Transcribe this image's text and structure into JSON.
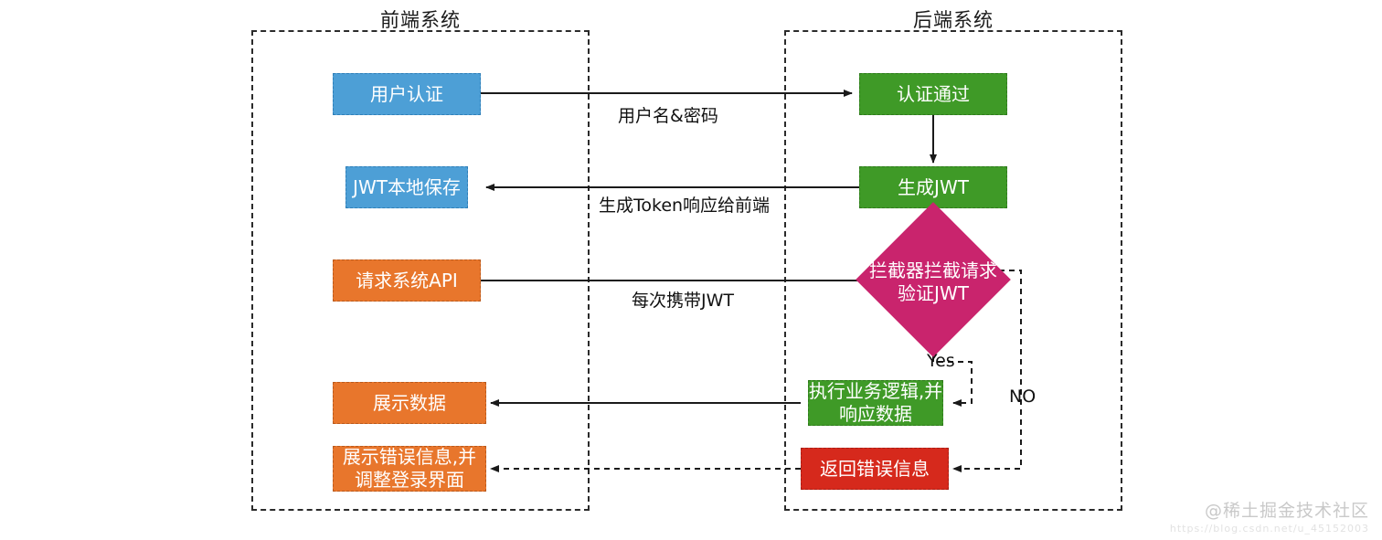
{
  "diagram": {
    "title_frontend": "前端系统",
    "title_backend": "后端系统",
    "type": "flowchart",
    "nodes": [
      {
        "id": "user-auth",
        "label": "用户认证",
        "color": "#4d9fd6",
        "shape": "rect",
        "zone": "frontend"
      },
      {
        "id": "jwt-local-store",
        "label": "JWT本地保存",
        "color": "#4d9fd6",
        "shape": "rect",
        "zone": "frontend"
      },
      {
        "id": "request-api",
        "label": "请求系统API",
        "color": "#e8762c",
        "shape": "rect",
        "zone": "frontend"
      },
      {
        "id": "show-data",
        "label": "展示数据",
        "color": "#e8762c",
        "shape": "rect",
        "zone": "frontend"
      },
      {
        "id": "show-error",
        "label": "展示错误信息,并\n调整登录界面",
        "color": "#e8762c",
        "shape": "rect",
        "zone": "frontend"
      },
      {
        "id": "auth-pass",
        "label": "认证通过",
        "color": "#3f9a27",
        "shape": "rect",
        "zone": "backend"
      },
      {
        "id": "generate-jwt",
        "label": "生成JWT",
        "color": "#3f9a27",
        "shape": "rect",
        "zone": "backend"
      },
      {
        "id": "interceptor",
        "label": "拦截器拦截请求\n验证JWT",
        "color": "#c9246d",
        "shape": "diamond",
        "zone": "backend"
      },
      {
        "id": "business-logic",
        "label": "执行业务逻辑,并\n响应数据",
        "color": "#3f9a27",
        "shape": "rect",
        "zone": "backend"
      },
      {
        "id": "return-error",
        "label": "返回错误信息",
        "color": "#d6291c",
        "shape": "rect",
        "zone": "backend"
      }
    ],
    "node_labels": {
      "user_auth": "用户认证",
      "jwt_local_store": "JWT本地保存",
      "request_api": "请求系统API",
      "show_data": "展示数据",
      "show_error_line1": "展示错误信息,并",
      "show_error_line2": "调整登录界面",
      "auth_pass": "认证通过",
      "generate_jwt": "生成JWT",
      "interceptor_line1": "拦截器拦截请求",
      "interceptor_line2": "验证JWT",
      "business_logic_line1": "执行业务逻辑,并",
      "business_logic_line2": "响应数据",
      "return_error": "返回错误信息"
    },
    "edges": [
      {
        "from": "user-auth",
        "to": "auth-pass",
        "label": "用户名&密码",
        "style": "solid"
      },
      {
        "from": "auth-pass",
        "to": "generate-jwt",
        "label": "",
        "style": "solid"
      },
      {
        "from": "generate-jwt",
        "to": "jwt-local-store",
        "label": "生成Token响应给前端",
        "style": "solid"
      },
      {
        "from": "request-api",
        "to": "interceptor",
        "label": "每次携带JWT",
        "style": "solid"
      },
      {
        "from": "interceptor",
        "to": "business-logic",
        "label": "Yes",
        "style": "dashed"
      },
      {
        "from": "interceptor",
        "to": "return-error",
        "label": "NO",
        "style": "dashed"
      },
      {
        "from": "business-logic",
        "to": "show-data",
        "label": "",
        "style": "solid"
      },
      {
        "from": "return-error",
        "to": "show-error",
        "label": "",
        "style": "dashed"
      }
    ],
    "edge_labels": {
      "username_password": "用户名&密码",
      "token_response": "生成Token响应给前端",
      "carry_jwt": "每次携带JWT",
      "yes": "Yes",
      "no": "NO"
    },
    "colors": {
      "blue": "#4d9fd6",
      "green": "#3f9a27",
      "orange": "#e8762c",
      "red": "#d6291c",
      "magenta": "#c9246d",
      "line": "#1a1a1a",
      "zone_border": "#2b2b2b"
    }
  },
  "watermark": {
    "handle": "@稀土掘金技术社区",
    "url": "https://blog.csdn.net/u_45152003"
  }
}
